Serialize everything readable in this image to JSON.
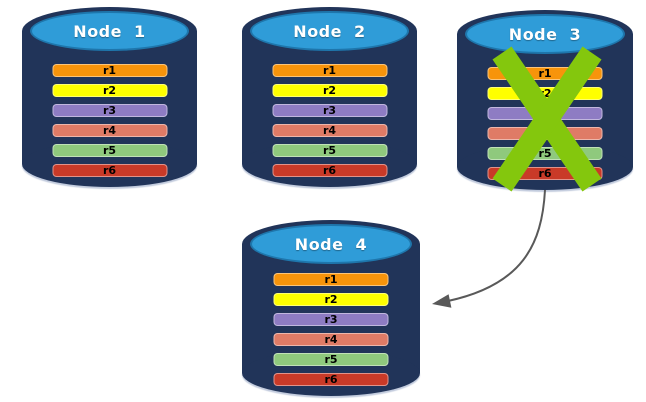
{
  "nodes": [
    {
      "label": "Node 1",
      "status": "active",
      "rows": [
        {
          "label": "r1",
          "color": "#F7940B"
        },
        {
          "label": "r2",
          "color": "#FFFF00"
        },
        {
          "label": "r3",
          "color": "#8E7CC3"
        },
        {
          "label": "r4",
          "color": "#DF7B66"
        },
        {
          "label": "r5",
          "color": "#8FC97D"
        },
        {
          "label": "r6",
          "color": "#C93A28"
        }
      ]
    },
    {
      "label": "Node 2",
      "status": "active",
      "rows": [
        {
          "label": "r1",
          "color": "#F7940B"
        },
        {
          "label": "r2",
          "color": "#FFFF00"
        },
        {
          "label": "r3",
          "color": "#8E7CC3"
        },
        {
          "label": "r4",
          "color": "#DF7B66"
        },
        {
          "label": "r5",
          "color": "#8FC97D"
        },
        {
          "label": "r6",
          "color": "#C93A28"
        }
      ]
    },
    {
      "label": "Node 3",
      "status": "failed",
      "rows": [
        {
          "label": "r1",
          "color": "#F7940B"
        },
        {
          "label": "r2",
          "color": "#FFFF00"
        },
        {
          "label": "r3",
          "color": "#8E7CC3"
        },
        {
          "label": "r4",
          "color": "#DF7B66"
        },
        {
          "label": "r5",
          "color": "#8FC97D"
        },
        {
          "label": "r6",
          "color": "#C93A28"
        }
      ]
    },
    {
      "label": "Node 4",
      "status": "active",
      "rows": [
        {
          "label": "r1",
          "color": "#F7940B"
        },
        {
          "label": "r2",
          "color": "#FFFF00"
        },
        {
          "label": "r3",
          "color": "#8E7CC3"
        },
        {
          "label": "r4",
          "color": "#DF7B66"
        },
        {
          "label": "r5",
          "color": "#8FC97D"
        },
        {
          "label": "r6",
          "color": "#C93A28"
        }
      ]
    }
  ],
  "x_mark": {
    "on": "Node 3",
    "color": "#84C70D"
  },
  "edge": {
    "from": "Node 3",
    "to": "Node 4",
    "color": "#595959"
  },
  "colors": {
    "cylinder_body": "#213459",
    "cylinder_top": "#2F9CD8",
    "title_text": "#FFFFFF",
    "row_text": "#000000"
  }
}
